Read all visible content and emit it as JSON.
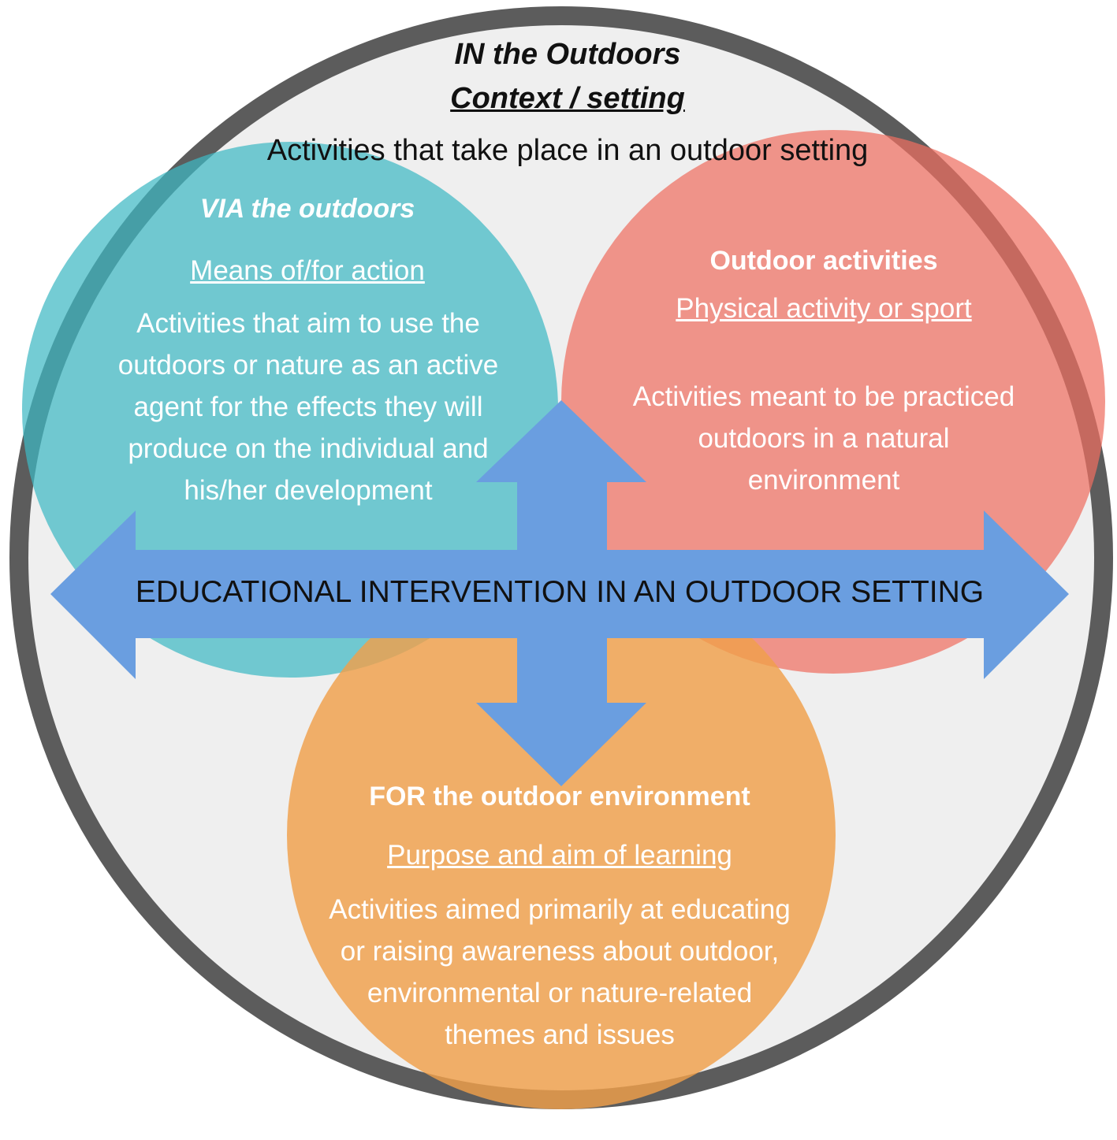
{
  "outer": {
    "title": "IN the Outdoors",
    "subtitle": "Context / setting",
    "description": "Activities that take place in an outdoor setting"
  },
  "via": {
    "title": "VIA the outdoors",
    "subtitle": "Means of/for action",
    "description": "Activities that aim to use the outdoors or nature as an active agent for the effects they will produce on the individual and his/her development"
  },
  "outdoor_activities": {
    "title": "Outdoor activities",
    "subtitle": "Physical activity or sport",
    "description": "Activities meant to be practiced outdoors in a natural environment"
  },
  "for_environment": {
    "title": "FOR the outdoor environment",
    "subtitle": "Purpose and aim of learning",
    "description": "Activities aimed primarily at educating or raising awareness about outdoor, environmental or nature-related themes and issues"
  },
  "center": {
    "label": "EDUCATIONAL INTERVENTION IN AN OUTDOOR SETTING"
  },
  "colors": {
    "outer_fill": "#efefef",
    "outer_stroke": "#5c5c5c",
    "teal": "#3fb8c3",
    "salmon": "#ef6f61",
    "orange": "#f0a04b",
    "arrow_blue": "#6a9ee0"
  }
}
